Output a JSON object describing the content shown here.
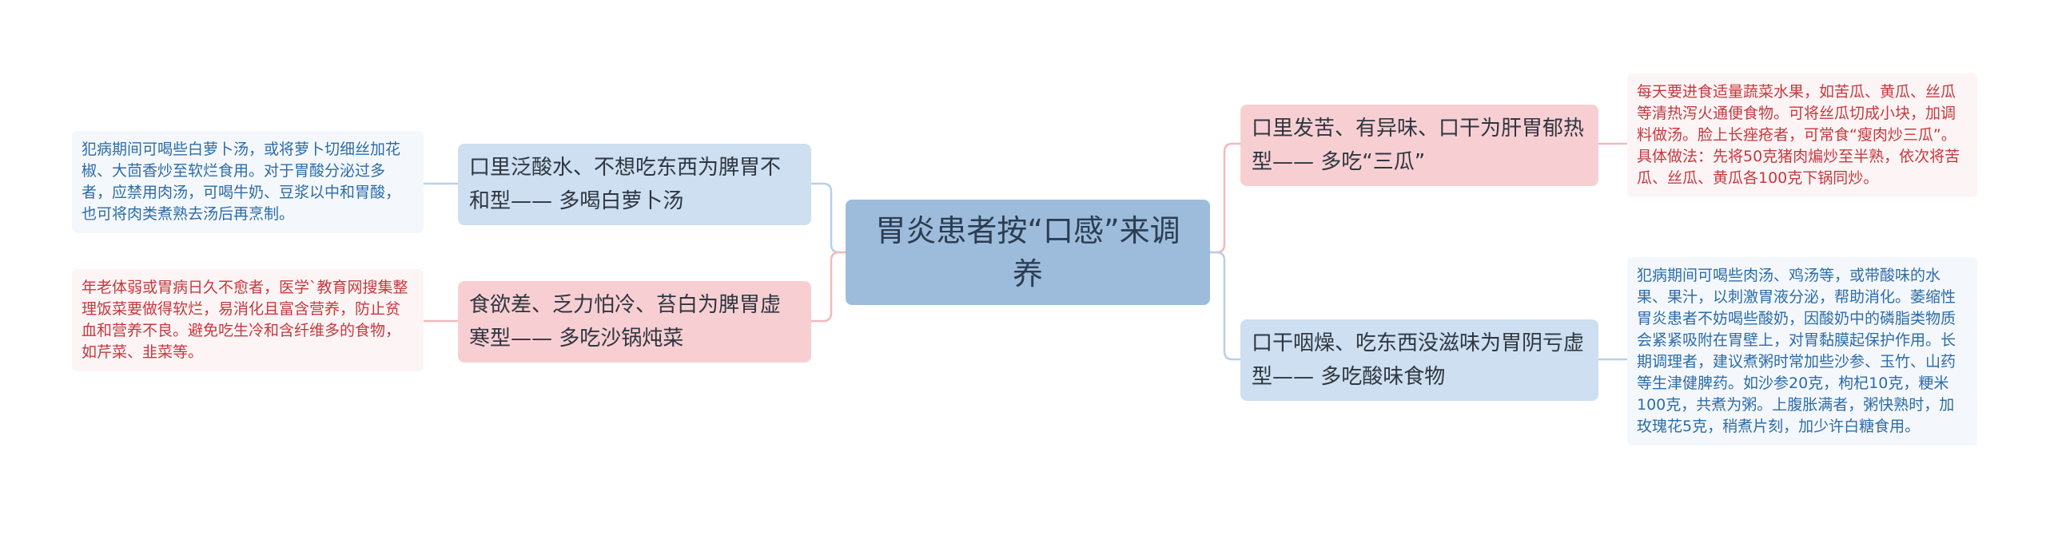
{
  "center": {
    "text": "胃炎患者按“口感”来调养"
  },
  "branches": {
    "left_top": {
      "text": "口里泛酸水、不想吃东西为脾胃不和型—— 多喝白萝卜汤",
      "note": "犯病期间可喝些白萝卜汤，或将萝卜切细丝加花椒、大茴香炒至软烂食用。对于胃酸分泌过多者，应禁用肉汤，可喝牛奶、豆浆以中和胃酸，也可将肉类煮熟去汤后再烹制。"
    },
    "left_bottom": {
      "text": "食欲差、乏力怕冷、苔白为脾胃虚寒型—— 多吃沙锅炖菜",
      "note": "年老体弱或胃病日久不愈者，医学`教育网搜集整理饭菜要做得软烂，易消化且富含营养，防止贫血和营养不良。避免吃生冷和含纤维多的食物，如芹菜、韭菜等。"
    },
    "right_top": {
      "text": "口里发苦、有异味、口干为肝胃郁热型—— 多吃“三瓜”",
      "note": "每天要进食适量蔬菜水果，如苦瓜、黄瓜、丝瓜等清热泻火通便食物。可将丝瓜切成小块，加调料做汤。脸上长痤疮者，可常食“瘦肉炒三瓜”。具体做法：先将50克猪肉煸炒至半熟，依次将苦瓜、丝瓜、黄瓜各100克下锅同炒。"
    },
    "right_bottom": {
      "text": "口干咽燥、吃东西没滋味为胃阴亏虚型—— 多吃酸味食物",
      "note": "犯病期间可喝些肉汤、鸡汤等，或带酸味的水果、果汁，以刺激胃液分泌，帮助消化。萎缩性胃炎患者不妨喝些酸奶，因酸奶中的磷脂类物质会紧紧吸附在胃壁上，对胃黏膜起保护作用。长期调理者，建议煮粥时常加些沙参、玉竹、山药等生津健脾药。如沙参20克，枸杞10克，粳米100克，共煮为粥。上腹胀满者，粥快熟时，加玫瑰花5克，稍煮片刻，加少许白糖食用。"
    }
  },
  "colors": {
    "blue_line": "#b9cfe6",
    "pink_line": "#f2b9bd",
    "center_fill": "#9dbcdb",
    "blue_fill": "#cddff0",
    "pink_fill": "#f7cfd3",
    "blue_text": "#2d6ca8",
    "pink_text": "#c43a3f"
  }
}
